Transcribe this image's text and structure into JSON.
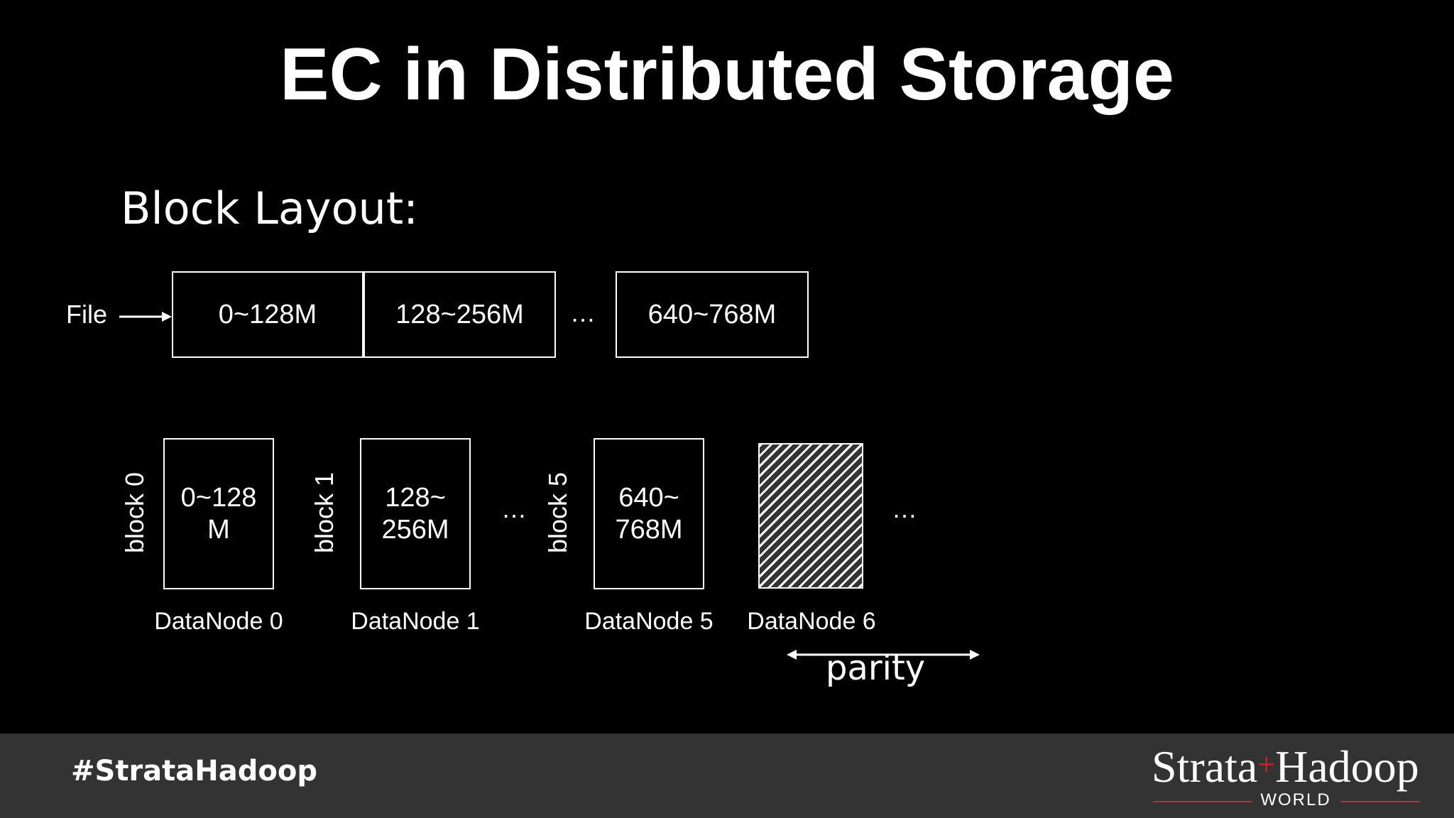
{
  "slide": {
    "title": "EC in Distributed Storage",
    "subtitle": "Block Layout:"
  },
  "file_row": {
    "label": "File",
    "cells": [
      "0~128M",
      "128~256M",
      "640~768M"
    ],
    "ellipsis": "…"
  },
  "blocks": [
    {
      "block_label": "block 0",
      "range": "0~128\nM",
      "node": "DataNode 0"
    },
    {
      "block_label": "block 1",
      "range": "128~\n256M",
      "node": "DataNode 1"
    },
    {
      "block_label": "block 5",
      "range": "640~\n768M",
      "node": "DataNode 5"
    }
  ],
  "parity_block": {
    "node": "DataNode 6",
    "label": "parity"
  },
  "block_ellipsis": "…",
  "footer": {
    "hashtag": "#StrataHadoop",
    "logo_main_left": "Strata",
    "logo_plus": "+",
    "logo_main_right": "Hadoop",
    "logo_sub": "WORLD",
    "logo_accent_color": "#d2232a"
  }
}
